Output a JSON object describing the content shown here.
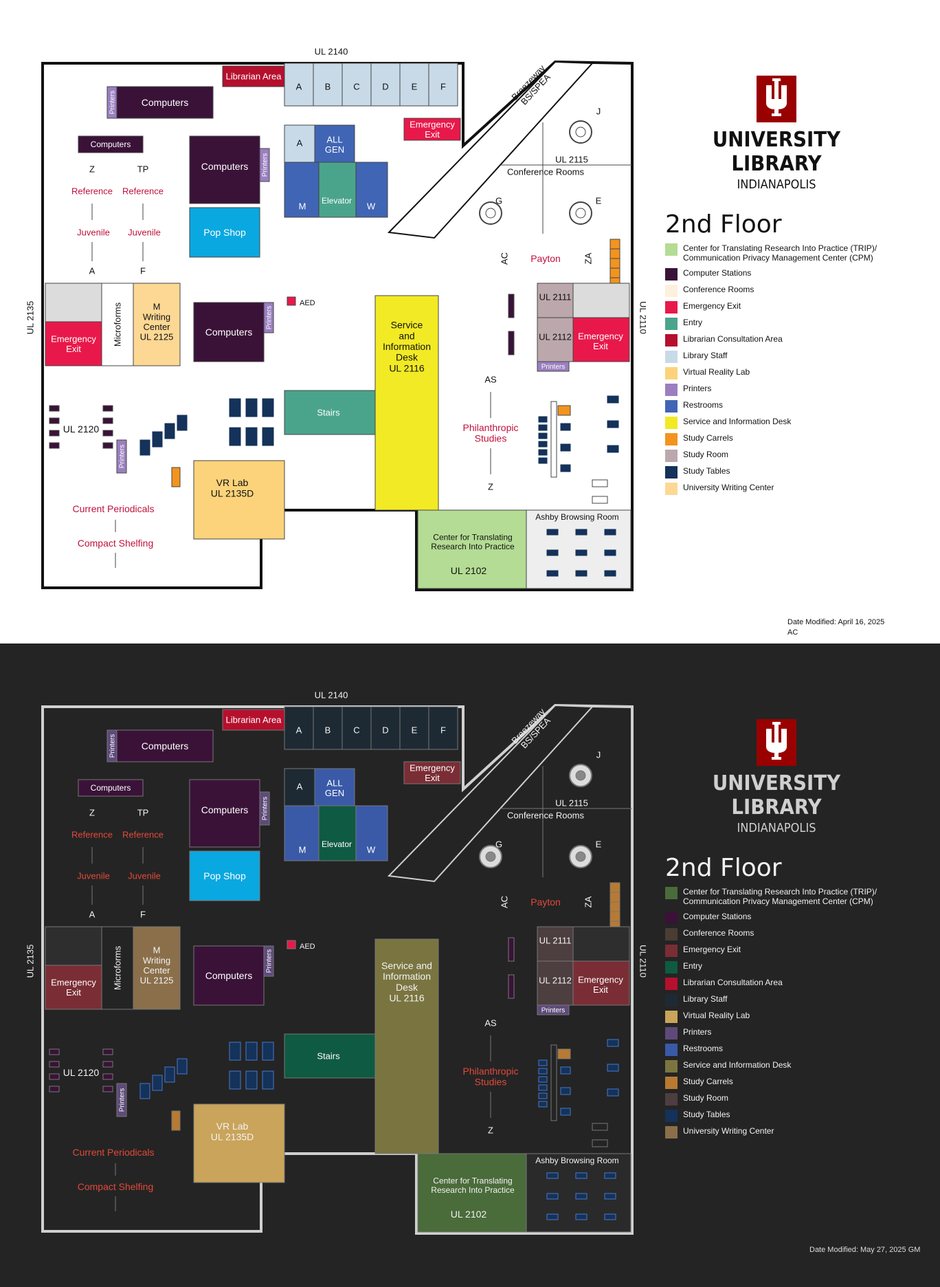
{
  "brand": {
    "title": "UNIVERSITY LIBRARY",
    "subtitle": "INDIANAPOLIS",
    "logo_icon": "iu-trident-icon",
    "logo_color": "#990000"
  },
  "floor_title": "2nd Floor",
  "legend": [
    {
      "label": "Center for Translating Research Into Practice (TRIP)/\nCommunication Privacy Management Center (CPM)",
      "light": "#b4dc94",
      "dark": "#4a6b3a"
    },
    {
      "label": "Computer Stations",
      "light": "#3a1238",
      "dark": "#3a1238"
    },
    {
      "label": "Conference Rooms",
      "light": "#fdf0dc",
      "dark": "#4a3d33"
    },
    {
      "label": "Emergency Exit",
      "light": "#e8194a",
      "dark": "#7a2d35"
    },
    {
      "label": "Entry",
      "light": "#4aa48c",
      "dark": "#0f5a42"
    },
    {
      "label": "Librarian Consultation Area",
      "light": "#b5102e",
      "dark": "#b5102e"
    },
    {
      "label": "Library Staff",
      "light": "#c8dae8",
      "dark": "#1e2a33"
    },
    {
      "label": "Virtual Reality Lab",
      "light": "#fcd37a",
      "dark": "#c9a45a"
    },
    {
      "label": "Printers",
      "light": "#9b7fc0",
      "dark": "#5e4a7a"
    },
    {
      "label": "Restrooms",
      "light": "#4065b4",
      "dark": "#3a5aa8"
    },
    {
      "label": "Service and Information Desk",
      "light": "#f2ea24",
      "dark": "#7a7540"
    },
    {
      "label": "Study Carrels",
      "light": "#f2941e",
      "dark": "#b87a32"
    },
    {
      "label": "Study Room",
      "light": "#bca8ac",
      "dark": "#4d3e40"
    },
    {
      "label": "Study Tables",
      "light": "#14325a",
      "dark": "#14325a"
    },
    {
      "label": "University Writing Center",
      "light": "#fcd894",
      "dark": "#8a6f4a"
    }
  ],
  "map": {
    "outer_labels": {
      "top": "UL 2140",
      "left": "UL 2135",
      "right": "UL 2110"
    },
    "staff_rooms_top": [
      "A",
      "B",
      "C",
      "D",
      "E",
      "F"
    ],
    "staff_rooms_mid": [
      "A",
      "ALL\nGEN"
    ],
    "restrooms": [
      "M",
      "W"
    ],
    "elevator": "Elevator",
    "librarian_area": "Librarian Area",
    "breezeway": "Breezeway\nBS/SPEA",
    "emergency_exit": "Emergency\nExit",
    "computers": "Computers",
    "printers": "Printers",
    "reference": "Reference",
    "juvenile": "Juvenile",
    "shelf_letters": [
      "Z",
      "TP",
      "A",
      "F"
    ],
    "pop_shop": "Pop Shop",
    "microforms": "Microforms",
    "writing_center": "M\nWriting\nCenter\nUL 2125",
    "aed": "AED",
    "service_desk": "Service\nand\nInformation\nDesk\n\nUL 2116",
    "service_desk_dark": "Service and\nInformation\nDesk\n\nUL 2116",
    "stairs": "Stairs",
    "ul2120": "UL 2120",
    "vr_lab": "VR Lab\nUL 2135D",
    "current_periodicals": "Current Periodicals",
    "compact_shelving": "Compact Shelfing",
    "ul2115": "UL 2115",
    "conference_rooms": "Conference Rooms",
    "conf_letters": [
      "J",
      "G",
      "E"
    ],
    "payton": "Payton",
    "payton_ends": [
      "AC",
      "ZA"
    ],
    "ul2111": "UL 2111",
    "ul2112": "UL 2112",
    "as_label": "AS",
    "z_label": "Z",
    "philanthropic": "Philanthropic\nStudies",
    "trip": "Center for Translating\nResearch Into Practice",
    "ul2102": "UL 2102",
    "ashby": "Ashby Browsing Room"
  },
  "stamps": {
    "light": "Date Modified: April 16, 2025\nAC",
    "dark": "Date Modified: May 27, 2025 GM"
  }
}
